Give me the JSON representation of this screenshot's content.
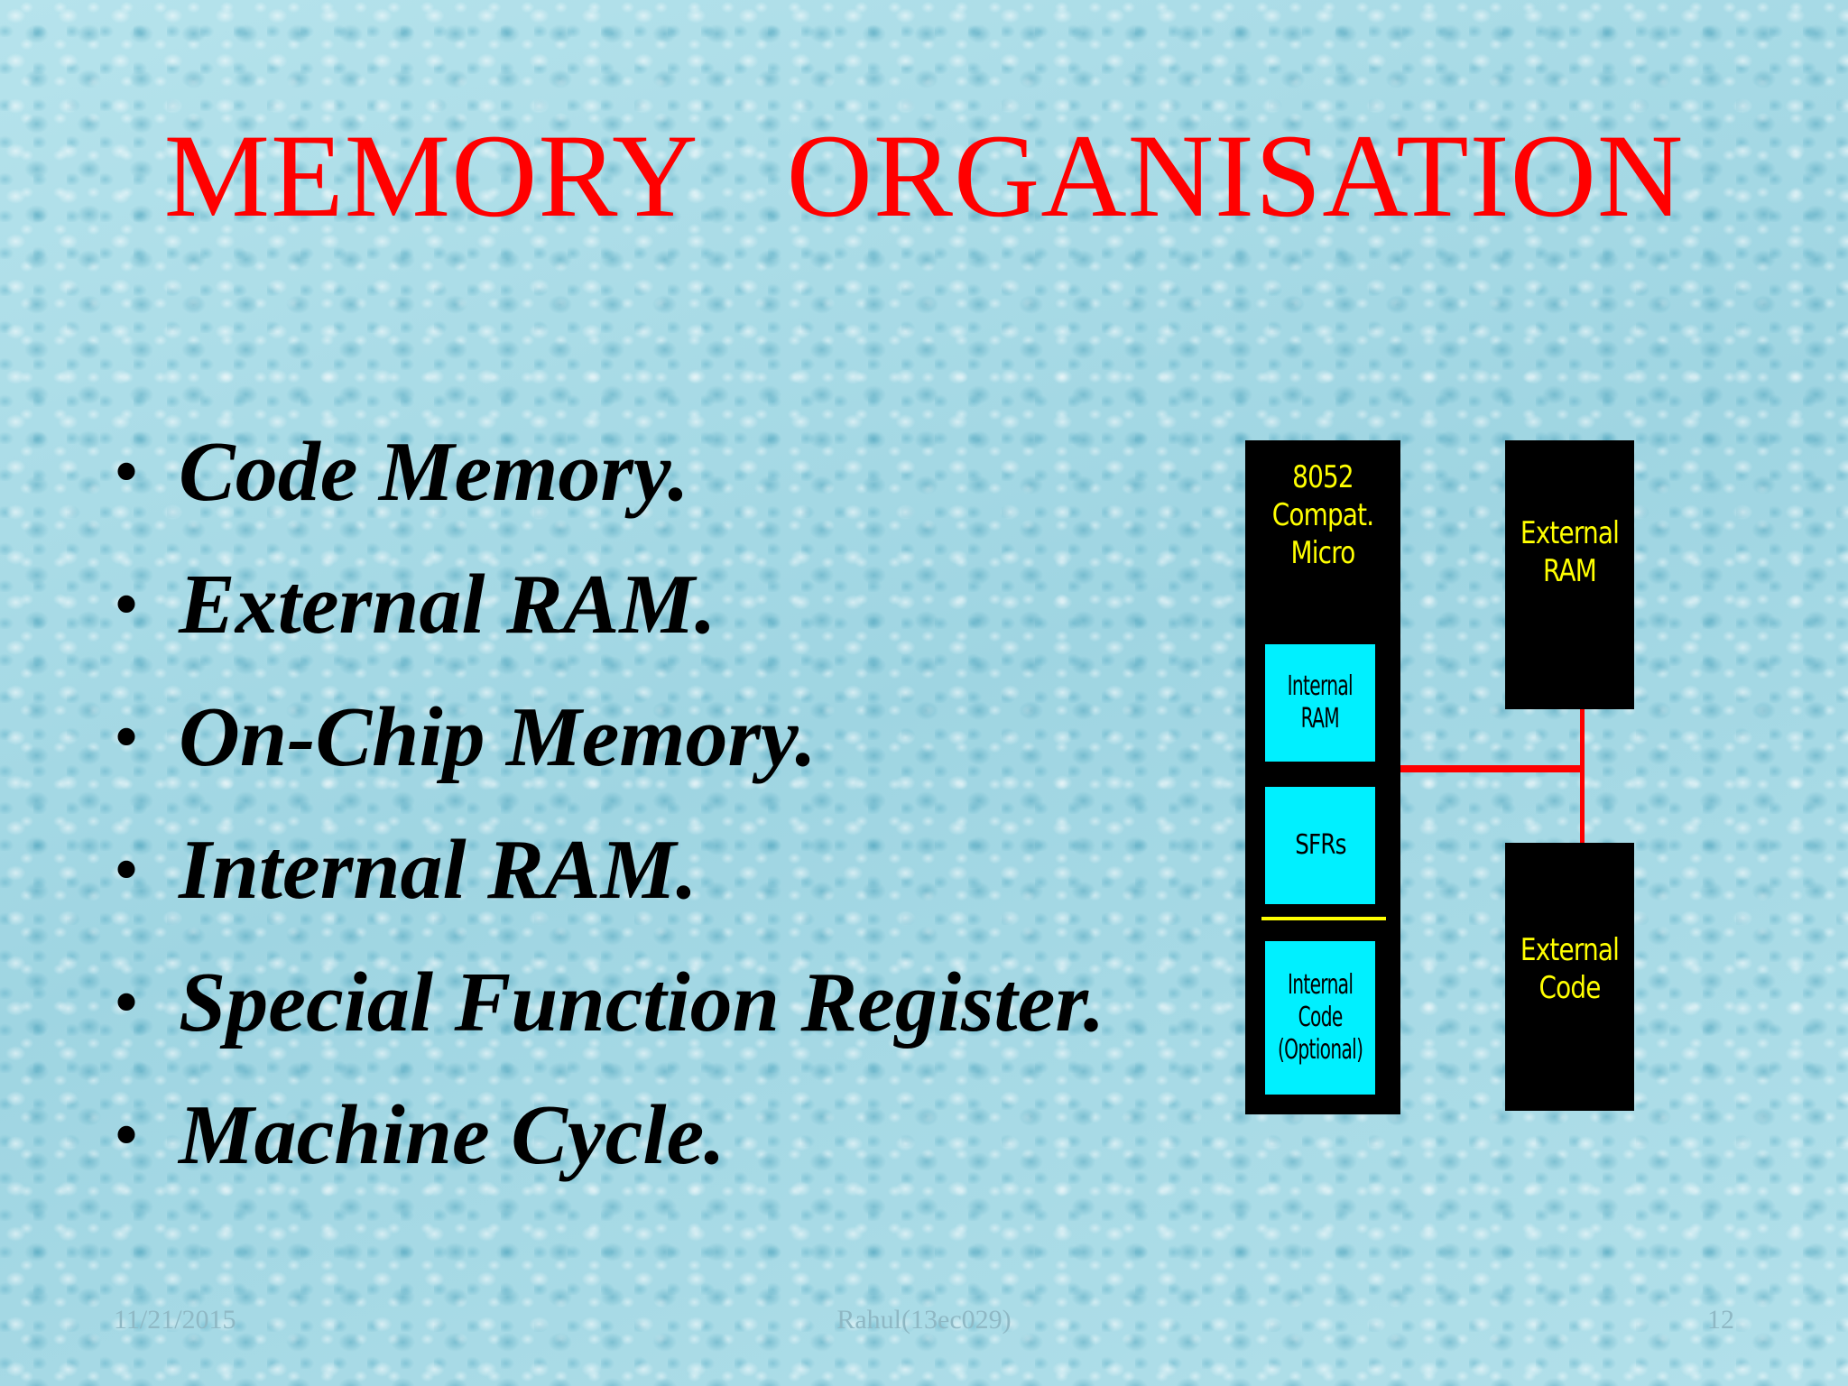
{
  "slide": {
    "title": "MEMORY   ORGANISATION",
    "bullet_glyph": "•",
    "bullets": [
      "Code Memory.",
      "External RAM.",
      "On-Chip Memory.",
      "Internal RAM.",
      "Special Function Register.",
      "Machine Cycle."
    ]
  },
  "diagram": {
    "micro_label": [
      "8052",
      "Compat.",
      "Micro"
    ],
    "internal_ram": [
      "Internal",
      "RAM"
    ],
    "sfrs": "SFRs",
    "internal_code": [
      "Internal",
      "Code",
      "(Optional)"
    ],
    "external_ram": [
      "External",
      "RAM"
    ],
    "external_code": [
      "External",
      "Code"
    ],
    "colors": {
      "block": "#000000",
      "label": "#ffff00",
      "cell": "#00f0ff",
      "bus": "#ff0000"
    }
  },
  "footer": {
    "date": "11/21/2015",
    "author": "Rahul(13ec029)",
    "page": "12"
  },
  "colors": {
    "title": "#ff0000",
    "text": "#000000"
  }
}
